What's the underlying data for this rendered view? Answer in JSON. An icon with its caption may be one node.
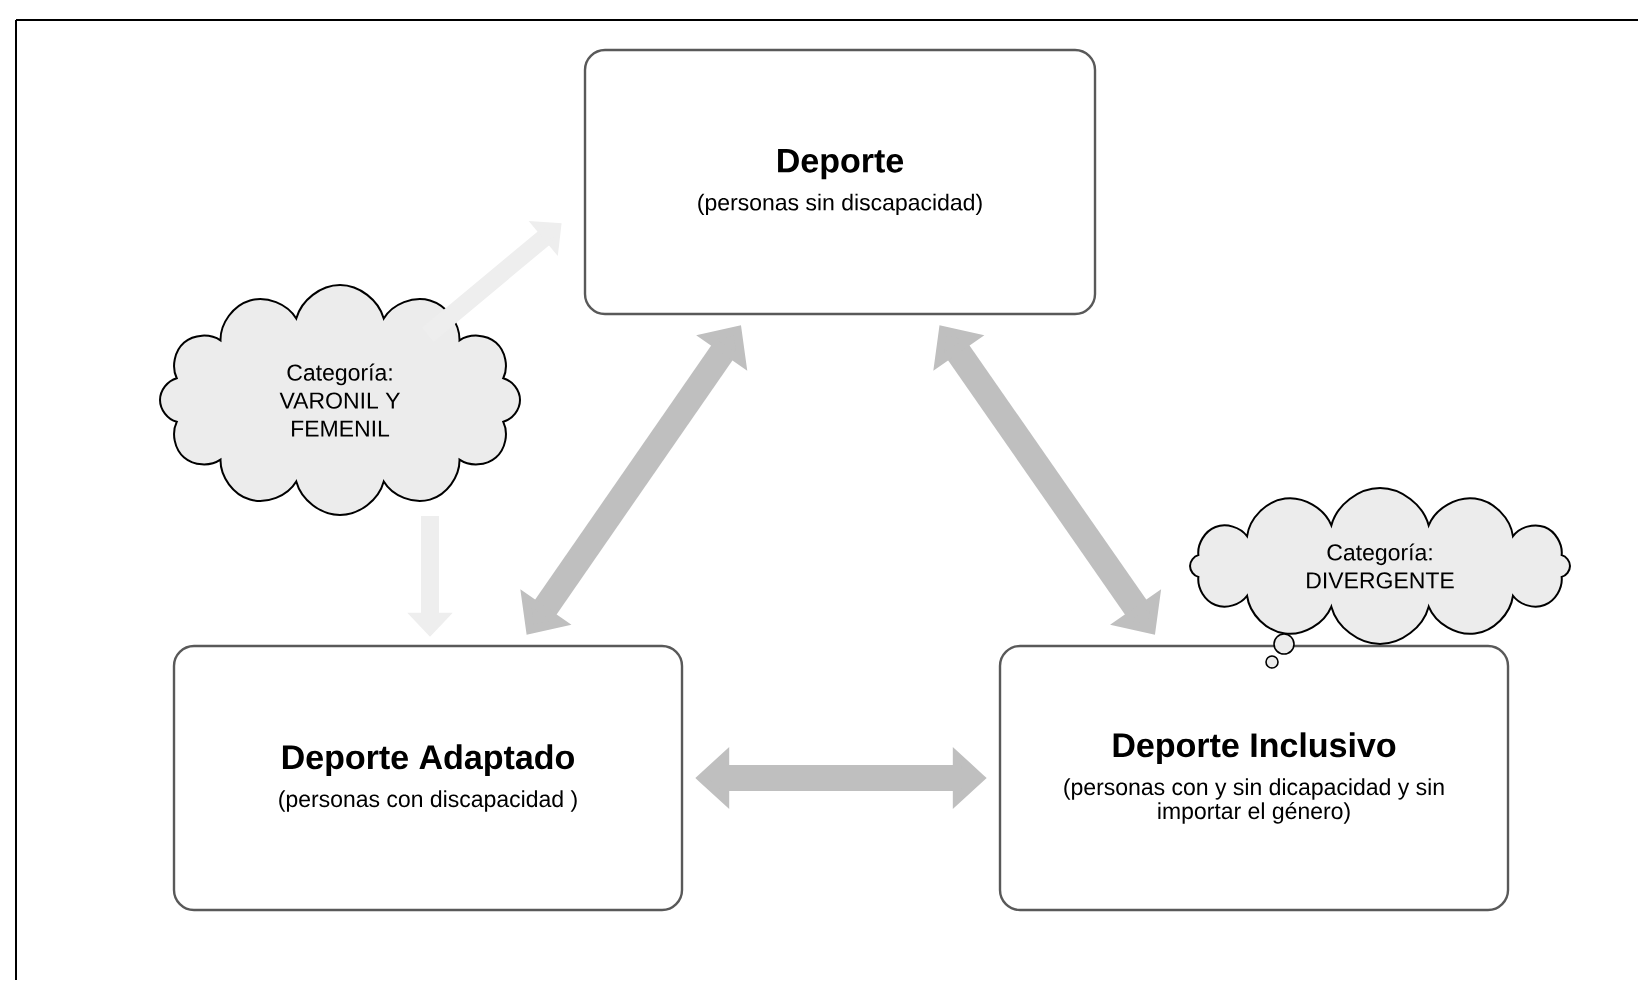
{
  "diagram": {
    "nodes": [
      {
        "text": [
          "Deporte",
          "(personas sin discapacidad)"
        ]
      },
      {
        "text": [
          "Categoría: VARONIL Y FEMENIL"
        ]
      },
      {
        "text": [
          "Deporte Adaptado",
          "(personas con discapacidad )"
        ]
      },
      {
        "text": [
          "Deporte Inclusivo",
          "(personas con y sin dicapacidad y sin importar el género)"
        ]
      },
      {
        "text": [
          "Categoría: DIVERGENTE"
        ]
      }
    ],
    "edges": [
      {
        "from": 1,
        "to": 0,
        "arrow": "to",
        "color": "#eeeeee"
      },
      {
        "from": 1,
        "to": 2,
        "arrow": "to",
        "color": "#eeeeee"
      },
      {
        "from": 0,
        "to": 2,
        "arrow": "both"
      },
      {
        "from": 0,
        "to": 3,
        "arrow": "both"
      },
      {
        "from": 2,
        "to": 3,
        "arrow": "both"
      }
    ]
  }
}
